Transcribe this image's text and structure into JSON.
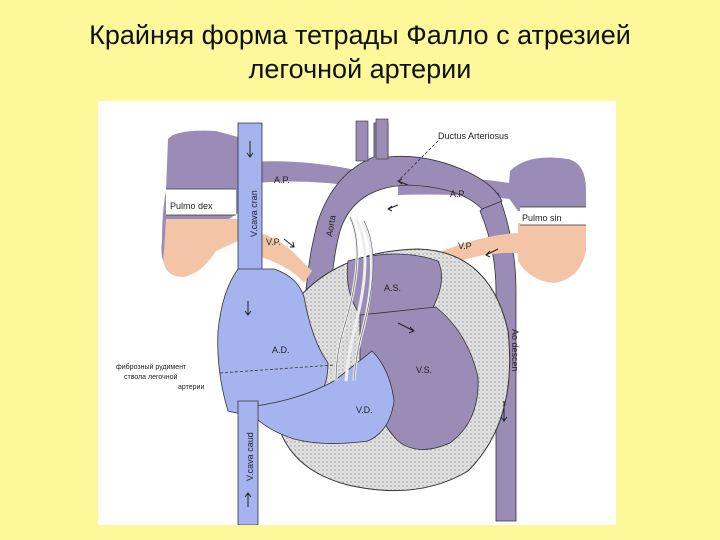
{
  "slide": {
    "title_line1": "Крайняя форма тетрады Фалло с атрезией",
    "title_line2": "легочной артерии"
  },
  "labels": {
    "ductus": "Ductus Arteriosus",
    "ap_left": "A.P.",
    "ap_right": "A.P.",
    "pulmo_dex": "Pulmo dex",
    "pulmo_sin": "Pulmo sin",
    "vp_left": "V.P.",
    "vp_right": "V.P",
    "vcava_cran": "V.cava cran",
    "aorta": "Aorta",
    "as": "A.S.",
    "ad": "A.D.",
    "vs": "V.S.",
    "vd": "V.D.",
    "ao_descen": "Ao descen",
    "vcava_caud": "V.cava caud",
    "rudiment_1": "фиброзный рудимент",
    "rudiment_2": "ствола легочной",
    "rudiment_3": "артерии"
  },
  "colors": {
    "background": "#fdf99a",
    "venous_blue": "#a5b4ef",
    "arterial_purple": "#9a8cb6",
    "lung_pink": "#f3c4a6",
    "myocardium": "#d8d8d8",
    "outline": "#333333"
  }
}
